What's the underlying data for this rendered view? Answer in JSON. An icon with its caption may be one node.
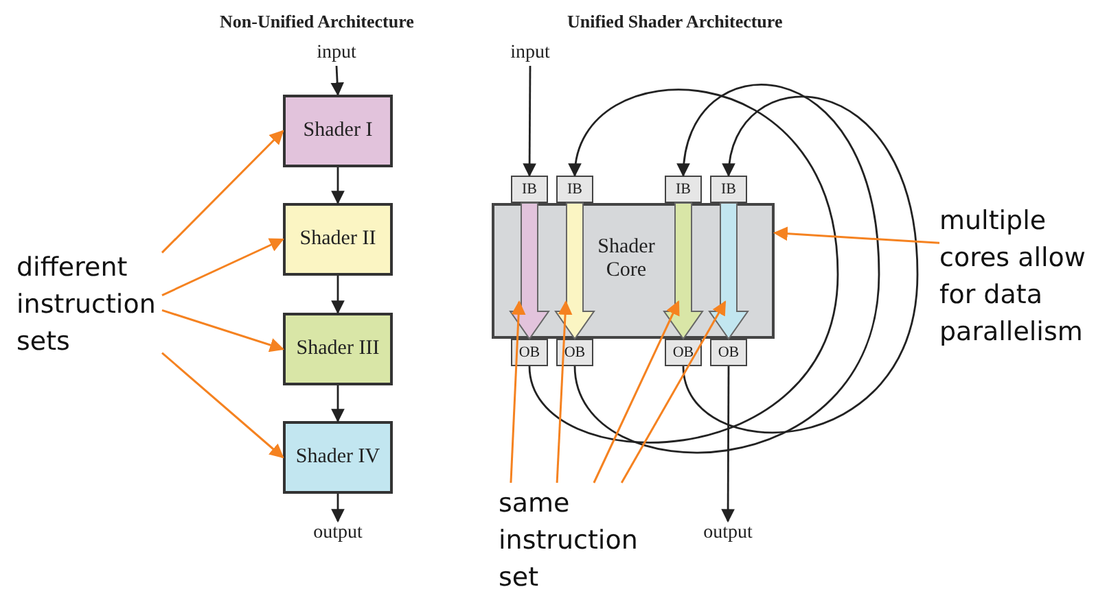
{
  "diagram": {
    "nodes": [
      {
        "text": [
          "input"
        ]
      },
      {
        "text": [
          "Shader I"
        ]
      },
      {
        "text": [
          "Shader II"
        ]
      },
      {
        "text": [
          "Shader III"
        ]
      },
      {
        "text": [
          "Shader IV"
        ]
      },
      {
        "text": [
          "output"
        ]
      },
      {
        "text": [
          "different instruction sets"
        ]
      },
      {
        "text": [
          "input"
        ]
      },
      {
        "text": [
          "Shader Core"
        ]
      },
      {
        "text": [
          "IB"
        ]
      },
      {
        "text": [
          "IB"
        ]
      },
      {
        "text": [
          "IB"
        ]
      },
      {
        "text": [
          "IB"
        ]
      },
      {
        "text": [
          "OB"
        ]
      },
      {
        "text": [
          "OB"
        ]
      },
      {
        "text": [
          "OB"
        ]
      },
      {
        "text": [
          "OB"
        ]
      },
      {
        "text": [
          "output"
        ]
      },
      {
        "text": [
          "multiple cores allow for data parallelism"
        ]
      },
      {
        "text": [
          "same instruction set"
        ]
      }
    ],
    "edges": [
      {
        "from": 0,
        "to": 1,
        "arrow": "to"
      },
      {
        "from": 1,
        "to": 2,
        "arrow": "to"
      },
      {
        "from": 2,
        "to": 3,
        "arrow": "to"
      },
      {
        "from": 3,
        "to": 4,
        "arrow": "to"
      },
      {
        "from": 4,
        "to": 5,
        "arrow": "to"
      },
      {
        "from": 6,
        "to": 1,
        "arrow": "to",
        "color": "#f58220"
      },
      {
        "from": 6,
        "to": 2,
        "arrow": "to",
        "color": "#f58220"
      },
      {
        "from": 6,
        "to": 3,
        "arrow": "to",
        "color": "#f58220"
      },
      {
        "from": 6,
        "to": 4,
        "arrow": "to",
        "color": "#f58220"
      },
      {
        "from": 7,
        "to": 9,
        "arrow": "to"
      },
      {
        "from": 9,
        "to": 13,
        "arrow": "to",
        "style": "thick",
        "color": "#e2c3dc"
      },
      {
        "from": 10,
        "to": 14,
        "arrow": "to",
        "style": "thick",
        "color": "#fbf5c3"
      },
      {
        "from": 11,
        "to": 15,
        "arrow": "to",
        "style": "thick",
        "color": "#d9e6a7"
      },
      {
        "from": 12,
        "to": 16,
        "arrow": "to",
        "style": "thick",
        "color": "#c2e6f0"
      },
      {
        "from": 13,
        "to": 10,
        "arrow": "to"
      },
      {
        "from": 14,
        "to": 11,
        "arrow": "to"
      },
      {
        "from": 15,
        "to": 12,
        "arrow": "to"
      },
      {
        "from": 16,
        "to": 17,
        "arrow": "to"
      },
      {
        "from": 18,
        "to": 8,
        "arrow": "to",
        "color": "#f58220"
      },
      {
        "from": 19,
        "to": 8,
        "arrow": "to",
        "color": "#f58220"
      },
      {
        "from": 19,
        "to": 8,
        "arrow": "to",
        "color": "#f58220"
      },
      {
        "from": 19,
        "to": 8,
        "arrow": "to",
        "color": "#f58220"
      },
      {
        "from": 19,
        "to": 8,
        "arrow": "to",
        "color": "#f58220"
      }
    ],
    "labels": [
      "Non-Unified Architecture",
      "Unified Shader Architecture"
    ]
  }
}
